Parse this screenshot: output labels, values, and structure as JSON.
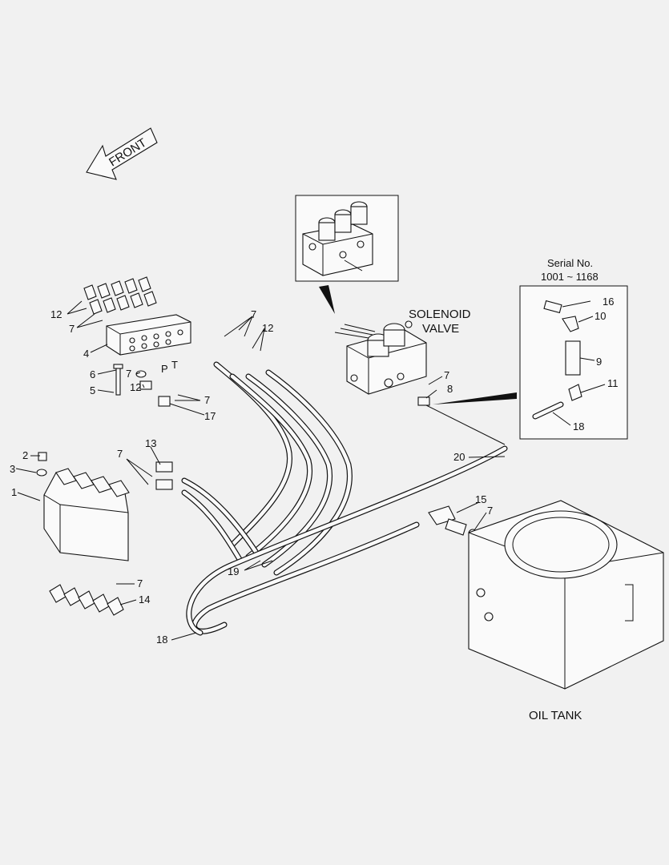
{
  "orientation": {
    "front": "FRONT"
  },
  "callouts": {
    "solenoid_valve_line1": "SOLENOID",
    "solenoid_valve_line2": "VALVE",
    "oil_tank": "OIL TANK",
    "serial_title": "Serial No.",
    "serial_range": "1001 ~ 1168",
    "port_p": "P",
    "port_t": "T"
  },
  "part_numbers": {
    "n1": "1",
    "n2": "2",
    "n3": "3",
    "n4": "4",
    "n5": "5",
    "n6": "6",
    "n7": "7",
    "n8": "8",
    "n9": "9",
    "n10": "10",
    "n11": "11",
    "n12": "12",
    "n13": "13",
    "n14": "14",
    "n15": "15",
    "n16": "16",
    "n17": "17",
    "n18": "18",
    "n19": "19",
    "n20": "20"
  }
}
